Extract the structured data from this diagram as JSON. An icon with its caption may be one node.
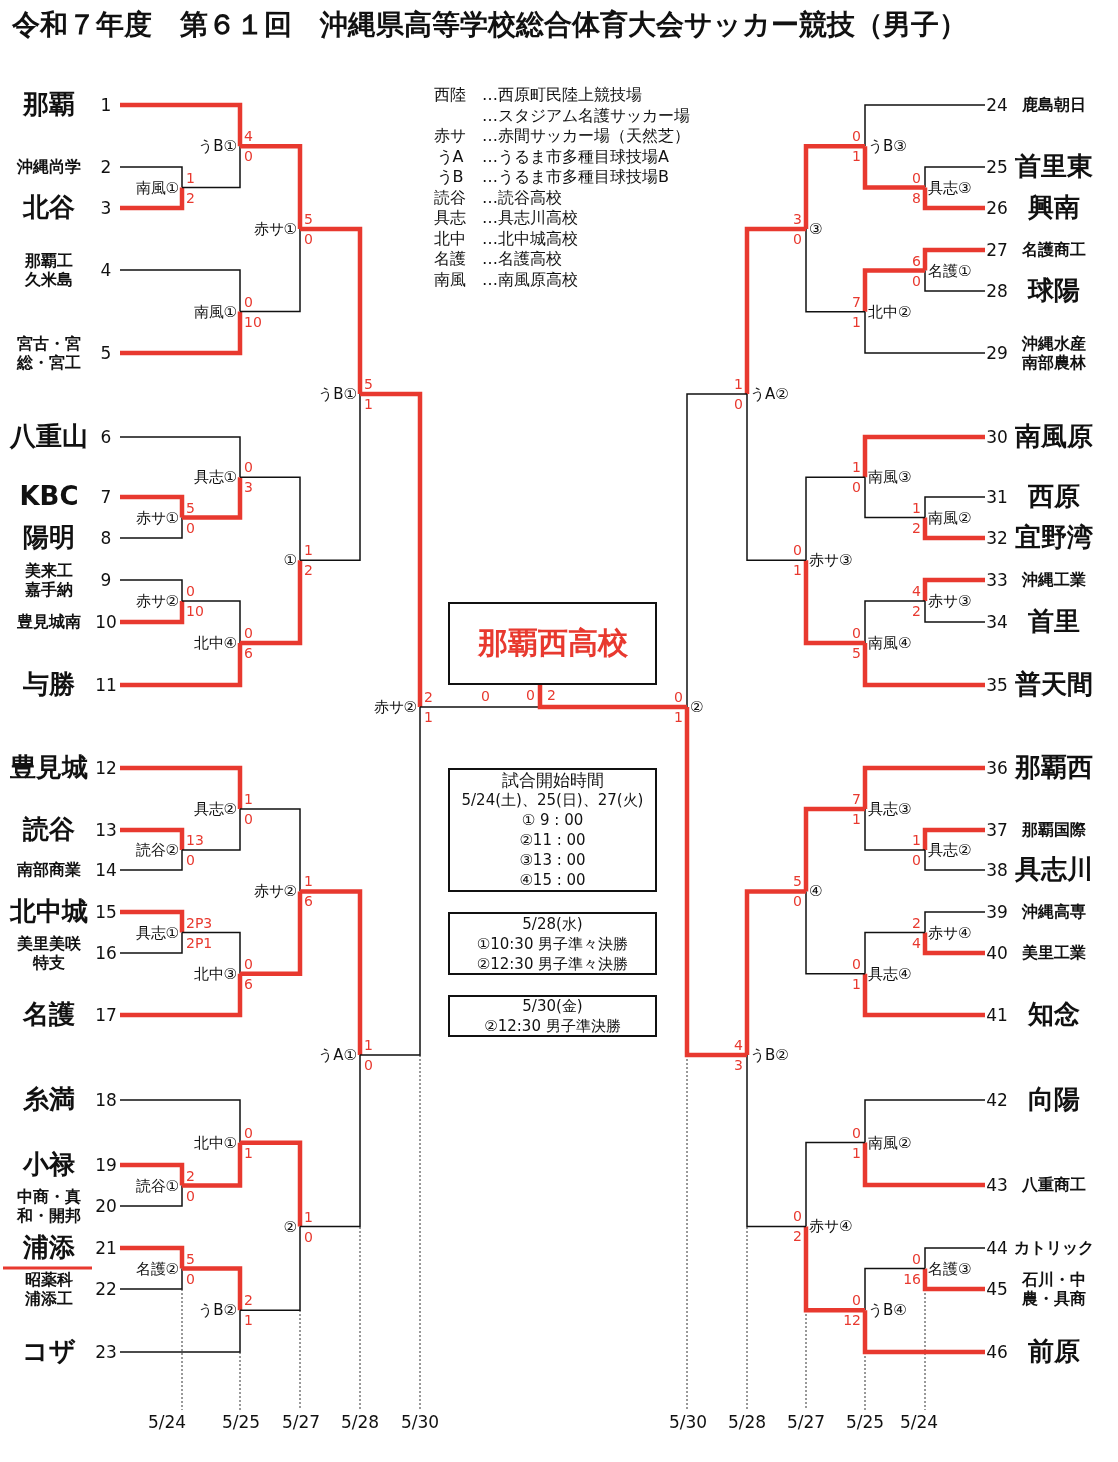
{
  "diagram": {
    "title": "令和７年度　第６１回　沖縄県高等学校総合体育大会サッカー競技（男子）",
    "nodes": [
      {
        "text": [
          "那覇"
        ],
        "beside": [
          "1"
        ]
      },
      {
        "text": [
          "沖縄尚学"
        ],
        "beside": [
          "2"
        ]
      },
      {
        "text": [
          "北谷"
        ],
        "beside": [
          "3"
        ]
      },
      {
        "text": [
          "那覇工久米島"
        ],
        "beside": [
          "4"
        ]
      },
      {
        "text": [
          "宮古・宮総・宮工"
        ],
        "beside": [
          "5"
        ]
      },
      {
        "text": [
          "八重山"
        ],
        "beside": [
          "6"
        ]
      },
      {
        "text": [
          "KBC"
        ],
        "beside": [
          "7"
        ]
      },
      {
        "text": [
          "陽明"
        ],
        "beside": [
          "8"
        ]
      },
      {
        "text": [
          "美来工嘉手納"
        ],
        "beside": [
          "9"
        ]
      },
      {
        "text": [
          "豊見城南"
        ],
        "beside": [
          "10"
        ]
      },
      {
        "text": [
          "与勝"
        ],
        "beside": [
          "11"
        ]
      },
      {
        "text": [
          "豊見城"
        ],
        "beside": [
          "12"
        ]
      },
      {
        "text": [
          "読谷"
        ],
        "beside": [
          "13"
        ]
      },
      {
        "text": [
          "南部商業"
        ],
        "beside": [
          "14"
        ]
      },
      {
        "text": [
          "北中城"
        ],
        "beside": [
          "15"
        ]
      },
      {
        "text": [
          "美里美咲特支"
        ],
        "beside": [
          "16"
        ]
      },
      {
        "text": [
          "名護"
        ],
        "beside": [
          "17"
        ]
      },
      {
        "text": [
          "糸満"
        ],
        "beside": [
          "18"
        ]
      },
      {
        "text": [
          "小禄"
        ],
        "beside": [
          "19"
        ]
      },
      {
        "text": [
          "中商・真和・開邦"
        ],
        "beside": [
          "20"
        ]
      },
      {
        "text": [
          "浦添"
        ],
        "beside": [
          "21"
        ]
      },
      {
        "text": [
          "昭薬科浦添工"
        ],
        "beside": [
          "22"
        ]
      },
      {
        "text": [
          "コザ"
        ],
        "beside": [
          "23"
        ]
      },
      {
        "text": [
          "鹿島朝日"
        ],
        "beside": [
          "24"
        ]
      },
      {
        "text": [
          "首里東"
        ],
        "beside": [
          "25"
        ]
      },
      {
        "text": [
          "興南"
        ],
        "beside": [
          "26"
        ]
      },
      {
        "text": [
          "名護商工"
        ],
        "beside": [
          "27"
        ]
      },
      {
        "text": [
          "球陽"
        ],
        "beside": [
          "28"
        ]
      },
      {
        "text": [
          "沖縄水産南部農林"
        ],
        "beside": [
          "29"
        ]
      },
      {
        "text": [
          "南風原"
        ],
        "beside": [
          "30"
        ]
      },
      {
        "text": [
          "西原"
        ],
        "beside": [
          "31"
        ]
      },
      {
        "text": [
          "宜野湾"
        ],
        "beside": [
          "32"
        ]
      },
      {
        "text": [
          "沖縄工業"
        ],
        "beside": [
          "33"
        ]
      },
      {
        "text": [
          "首里"
        ],
        "beside": [
          "34"
        ]
      },
      {
        "text": [
          "普天間"
        ],
        "beside": [
          "35"
        ]
      },
      {
        "text": [
          "那覇西"
        ],
        "beside": [
          "36"
        ]
      },
      {
        "text": [
          "那覇国際"
        ],
        "beside": [
          "37"
        ]
      },
      {
        "text": [
          "具志川"
        ],
        "beside": [
          "38"
        ]
      },
      {
        "text": [
          "沖縄高専"
        ],
        "beside": [
          "39"
        ]
      },
      {
        "text": [
          "美里工業"
        ],
        "beside": [
          "40"
        ]
      },
      {
        "text": [
          "知念"
        ],
        "beside": [
          "41"
        ]
      },
      {
        "text": [
          "向陽"
        ],
        "beside": [
          "42"
        ]
      },
      {
        "text": [
          "八重商工"
        ],
        "beside": [
          "43"
        ]
      },
      {
        "text": [
          "カトリック"
        ],
        "beside": [
          "44"
        ]
      },
      {
        "text": [
          "石川・中農・具商"
        ],
        "beside": [
          "45"
        ]
      },
      {
        "text": [
          "前原"
        ],
        "beside": [
          "46"
        ]
      },
      {
        "text": [
          "南風①"
        ]
      },
      {
        "text": [
          "うB①"
        ]
      },
      {
        "text": [
          "南風①"
        ]
      },
      {
        "text": [
          "赤サ①"
        ]
      },
      {
        "text": [
          "赤サ①"
        ]
      },
      {
        "text": [
          "具志①"
        ]
      },
      {
        "text": [
          "赤サ②"
        ]
      },
      {
        "text": [
          "北中④"
        ]
      },
      {
        "text": [
          "①"
        ]
      },
      {
        "text": [
          "うB①"
        ]
      },
      {
        "text": [
          "読谷②"
        ]
      },
      {
        "text": [
          "具志②"
        ]
      },
      {
        "text": [
          "具志①"
        ]
      },
      {
        "text": [
          "北中③"
        ]
      },
      {
        "text": [
          "赤サ②"
        ]
      },
      {
        "text": [
          "読谷①"
        ]
      },
      {
        "text": [
          "北中①"
        ]
      },
      {
        "text": [
          "名護②"
        ]
      },
      {
        "text": [
          "うB②"
        ]
      },
      {
        "text": [
          "②"
        ]
      },
      {
        "text": [
          "うA①"
        ]
      },
      {
        "text": [
          "赤サ②"
        ]
      },
      {
        "text": [
          "具志③"
        ]
      },
      {
        "text": [
          "うB③"
        ]
      },
      {
        "text": [
          "名護①"
        ]
      },
      {
        "text": [
          "北中②"
        ]
      },
      {
        "text": [
          "③"
        ]
      },
      {
        "text": [
          "南風②"
        ]
      },
      {
        "text": [
          "南風③"
        ]
      },
      {
        "text": [
          "赤サ③"
        ]
      },
      {
        "text": [
          "南風④"
        ]
      },
      {
        "text": [
          "赤サ③"
        ]
      },
      {
        "text": [
          "うA②"
        ]
      },
      {
        "text": [
          "具志②"
        ]
      },
      {
        "text": [
          "具志③"
        ]
      },
      {
        "text": [
          "赤サ④"
        ]
      },
      {
        "text": [
          "具志④"
        ]
      },
      {
        "text": [
          "④"
        ]
      },
      {
        "text": [
          "南風②"
        ]
      },
      {
        "text": [
          "名護③"
        ]
      },
      {
        "text": [
          "うB④"
        ]
      },
      {
        "text": [
          "赤サ④"
        ]
      },
      {
        "text": [
          "うB②"
        ]
      },
      {
        "text": [
          "②"
        ]
      },
      {
        "text": [
          "那覇西高校"
        ]
      },
      {
        "text": [
          "試合開始時間",
          "5/24(土)、25(日)、27(火)",
          "① 9 : 00",
          "②11 : 00",
          "③13 : 00",
          "④15 : 00"
        ]
      },
      {
        "text": [
          "5/28(水)",
          "①10:30 男子準々決勝",
          "②12:30 男子準々決勝"
        ]
      },
      {
        "text": [
          "5/30(金)",
          "②12:30 男子準決勝"
        ]
      }
    ],
    "edges": [
      {
        "from": 1,
        "to": 46,
        "arrow": "none",
        "label": "1"
      },
      {
        "from": 2,
        "to": 46,
        "arrow": "none",
        "label": "2",
        "style": "thick",
        "color": "#e8392f"
      },
      {
        "from": 0,
        "to": 47,
        "arrow": "none",
        "label": "4",
        "style": "thick",
        "color": "#e8392f"
      },
      {
        "from": 46,
        "to": 47,
        "arrow": "none",
        "label": "0"
      },
      {
        "from": 3,
        "to": 48,
        "arrow": "none",
        "label": "0"
      },
      {
        "from": 4,
        "to": 48,
        "arrow": "none",
        "label": "10",
        "style": "thick",
        "color": "#e8392f"
      },
      {
        "from": 47,
        "to": 49,
        "arrow": "none",
        "label": "5",
        "style": "thick",
        "color": "#e8392f"
      },
      {
        "from": 48,
        "to": 49,
        "arrow": "none",
        "label": "0"
      },
      {
        "from": 6,
        "to": 50,
        "arrow": "none",
        "label": "5",
        "style": "thick",
        "color": "#e8392f"
      },
      {
        "from": 7,
        "to": 50,
        "arrow": "none",
        "label": "0"
      },
      {
        "from": 5,
        "to": 51,
        "arrow": "none",
        "label": "0"
      },
      {
        "from": 50,
        "to": 51,
        "arrow": "none",
        "label": "3",
        "style": "thick",
        "color": "#e8392f"
      },
      {
        "from": 8,
        "to": 52,
        "arrow": "none",
        "label": "0"
      },
      {
        "from": 9,
        "to": 52,
        "arrow": "none",
        "label": "10",
        "style": "thick",
        "color": "#e8392f"
      },
      {
        "from": 52,
        "to": 53,
        "arrow": "none",
        "label": "0"
      },
      {
        "from": 10,
        "to": 53,
        "arrow": "none",
        "label": "6",
        "style": "thick",
        "color": "#e8392f"
      },
      {
        "from": 51,
        "to": 54,
        "arrow": "none",
        "label": "1"
      },
      {
        "from": 53,
        "to": 54,
        "arrow": "none",
        "label": "2",
        "style": "thick",
        "color": "#e8392f"
      },
      {
        "from": 49,
        "to": 55,
        "arrow": "none",
        "label": "5",
        "style": "thick",
        "color": "#e8392f"
      },
      {
        "from": 54,
        "to": 55,
        "arrow": "none",
        "label": "1"
      },
      {
        "from": 12,
        "to": 56,
        "arrow": "none",
        "label": "13",
        "style": "thick",
        "color": "#e8392f"
      },
      {
        "from": 13,
        "to": 56,
        "arrow": "none",
        "label": "0"
      },
      {
        "from": 11,
        "to": 57,
        "arrow": "none",
        "label": "1",
        "style": "thick",
        "color": "#e8392f"
      },
      {
        "from": 56,
        "to": 57,
        "arrow": "none",
        "label": "0"
      },
      {
        "from": 14,
        "to": 58,
        "arrow": "none",
        "label": "2P3",
        "style": "thick",
        "color": "#e8392f"
      },
      {
        "from": 15,
        "to": 58,
        "arrow": "none",
        "label": "2P1"
      },
      {
        "from": 58,
        "to": 59,
        "arrow": "none",
        "label": "0"
      },
      {
        "from": 16,
        "to": 59,
        "arrow": "none",
        "label": "6",
        "style": "thick",
        "color": "#e8392f"
      },
      {
        "from": 57,
        "to": 60,
        "arrow": "none",
        "label": "1"
      },
      {
        "from": 59,
        "to": 60,
        "arrow": "none",
        "label": "6",
        "style": "thick",
        "color": "#e8392f"
      },
      {
        "from": 18,
        "to": 61,
        "arrow": "none",
        "label": "2",
        "style": "thick",
        "color": "#e8392f"
      },
      {
        "from": 19,
        "to": 61,
        "arrow": "none",
        "label": "0"
      },
      {
        "from": 17,
        "to": 62,
        "arrow": "none",
        "label": "0"
      },
      {
        "from": 61,
        "to": 62,
        "arrow": "none",
        "label": "1",
        "style": "thick",
        "color": "#e8392f"
      },
      {
        "from": 20,
        "to": 63,
        "arrow": "none",
        "label": "5",
        "style": "thick",
        "color": "#e8392f"
      },
      {
        "from": 21,
        "to": 63,
        "arrow": "none",
        "label": "0"
      },
      {
        "from": 63,
        "to": 64,
        "arrow": "none",
        "label": "2",
        "style": "thick",
        "color": "#e8392f"
      },
      {
        "from": 22,
        "to": 64,
        "arrow": "none",
        "label": "1"
      },
      {
        "from": 62,
        "to": 65,
        "arrow": "none",
        "label": "1",
        "style": "thick",
        "color": "#e8392f"
      },
      {
        "from": 64,
        "to": 65,
        "arrow": "none",
        "label": "0"
      },
      {
        "from": 60,
        "to": 66,
        "arrow": "none",
        "label": "1",
        "style": "thick",
        "color": "#e8392f"
      },
      {
        "from": 65,
        "to": 66,
        "arrow": "none",
        "label": "0"
      },
      {
        "from": 55,
        "to": 67,
        "arrow": "none",
        "label": "2",
        "style": "thick",
        "color": "#e8392f"
      },
      {
        "from": 66,
        "to": 67,
        "arrow": "none",
        "label": "1"
      },
      {
        "from": 24,
        "to": 68,
        "arrow": "none",
        "label": "0"
      },
      {
        "from": 25,
        "to": 68,
        "arrow": "none",
        "label": "8",
        "style": "thick",
        "color": "#e8392f"
      },
      {
        "from": 23,
        "to": 69,
        "arrow": "none",
        "label": "0"
      },
      {
        "from": 68,
        "to": 69,
        "arrow": "none",
        "label": "1",
        "style": "thick",
        "color": "#e8392f"
      },
      {
        "from": 26,
        "to": 70,
        "arrow": "none",
        "label": "6",
        "style": "thick",
        "color": "#e8392f"
      },
      {
        "from": 27,
        "to": 70,
        "arrow": "none",
        "label": "0"
      },
      {
        "from": 70,
        "to": 71,
        "arrow": "none",
        "label": "7",
        "style": "thick",
        "color": "#e8392f"
      },
      {
        "from": 28,
        "to": 71,
        "arrow": "none",
        "label": "1"
      },
      {
        "from": 69,
        "to": 72,
        "arrow": "none",
        "label": "3",
        "style": "thick",
        "color": "#e8392f"
      },
      {
        "from": 71,
        "to": 72,
        "arrow": "none",
        "label": "0"
      },
      {
        "from": 30,
        "to": 73,
        "arrow": "none",
        "label": "1"
      },
      {
        "from": 31,
        "to": 73,
        "arrow": "none",
        "label": "2",
        "style": "thick",
        "color": "#e8392f"
      },
      {
        "from": 29,
        "to": 74,
        "arrow": "none",
        "label": "1",
        "style": "thick",
        "color": "#e8392f"
      },
      {
        "from": 73,
        "to": 74,
        "arrow": "none",
        "label": "0"
      },
      {
        "from": 32,
        "to": 75,
        "arrow": "none",
        "label": "4",
        "style": "thick",
        "color": "#e8392f"
      },
      {
        "from": 33,
        "to": 75,
        "arrow": "none",
        "label": "2"
      },
      {
        "from": 75,
        "to": 76,
        "arrow": "none",
        "label": "0"
      },
      {
        "from": 34,
        "to": 76,
        "arrow": "none",
        "label": "5",
        "style": "thick",
        "color": "#e8392f"
      },
      {
        "from": 74,
        "to": 77,
        "arrow": "none",
        "label": "0"
      },
      {
        "from": 76,
        "to": 77,
        "arrow": "none",
        "label": "1",
        "style": "thick",
        "color": "#e8392f"
      },
      {
        "from": 72,
        "to": 78,
        "arrow": "none",
        "label": "1",
        "style": "thick",
        "color": "#e8392f"
      },
      {
        "from": 77,
        "to": 78,
        "arrow": "none",
        "label": "0"
      },
      {
        "from": 36,
        "to": 79,
        "arrow": "none",
        "label": "1",
        "style": "thick",
        "color": "#e8392f"
      },
      {
        "from": 37,
        "to": 79,
        "arrow": "none",
        "label": "0"
      },
      {
        "from": 35,
        "to": 80,
        "arrow": "none",
        "label": "7",
        "style": "thick",
        "color": "#e8392f"
      },
      {
        "from": 79,
        "to": 80,
        "arrow": "none",
        "label": "1"
      },
      {
        "from": 38,
        "to": 81,
        "arrow": "none",
        "label": "2"
      },
      {
        "from": 39,
        "to": 81,
        "arrow": "none",
        "label": "4",
        "style": "thick",
        "color": "#e8392f"
      },
      {
        "from": 81,
        "to": 82,
        "arrow": "none",
        "label": "0"
      },
      {
        "from": 40,
        "to": 82,
        "arrow": "none",
        "label": "1",
        "style": "thick",
        "color": "#e8392f"
      },
      {
        "from": 80,
        "to": 83,
        "arrow": "none",
        "label": "5",
        "style": "thick",
        "color": "#e8392f"
      },
      {
        "from": 82,
        "to": 83,
        "arrow": "none",
        "label": "0"
      },
      {
        "from": 41,
        "to": 84,
        "arrow": "none",
        "label": "0"
      },
      {
        "from": 42,
        "to": 84,
        "arrow": "none",
        "label": "1",
        "style": "thick",
        "color": "#e8392f"
      },
      {
        "from": 43,
        "to": 85,
        "arrow": "none",
        "label": "0"
      },
      {
        "from": 44,
        "to": 85,
        "arrow": "none",
        "label": "16",
        "style": "thick",
        "color": "#e8392f"
      },
      {
        "from": 85,
        "to": 86,
        "arrow": "none",
        "label": "0"
      },
      {
        "from": 45,
        "to": 86,
        "arrow": "none",
        "label": "12",
        "style": "thick",
        "color": "#e8392f"
      },
      {
        "from": 84,
        "to": 87,
        "arrow": "none",
        "label": "0"
      },
      {
        "from": 86,
        "to": 87,
        "arrow": "none",
        "label": "2",
        "style": "thick",
        "color": "#e8392f"
      },
      {
        "from": 83,
        "to": 88,
        "arrow": "none",
        "label": "4",
        "style": "thick",
        "color": "#e8392f"
      },
      {
        "from": 87,
        "to": 88,
        "arrow": "none",
        "label": "3"
      },
      {
        "from": 78,
        "to": 89,
        "arrow": "none",
        "label": "0"
      },
      {
        "from": 88,
        "to": 89,
        "arrow": "none",
        "label": "1",
        "style": "thick",
        "color": "#e8392f"
      },
      {
        "from": 67,
        "to": 90,
        "arrow": "none",
        "label": "0"
      },
      {
        "from": 89,
        "to": 90,
        "arrow": "none",
        "label": "2",
        "style": "thick",
        "color": "#e8392f"
      }
    ],
    "labels": [
      "西陸",
      "…西原町民陸上競技場",
      "…スタジアム名護サッカー場",
      "赤サ",
      "…赤間サッカー場（天然芝）",
      "うA",
      "…うるま市多種目球技場A",
      "うB",
      "…うるま市多種目球技場B",
      "読谷",
      "…読谷高校",
      "具志",
      "…具志川高校",
      "北中",
      "…北中城高校",
      "名護",
      "…名護高校",
      "南風",
      "…南風原高校",
      "0",
      "5/24",
      "5/25",
      "5/27",
      "5/28",
      "5/30",
      "5/30",
      "5/28",
      "5/27",
      "5/25",
      "5/24"
    ]
  }
}
